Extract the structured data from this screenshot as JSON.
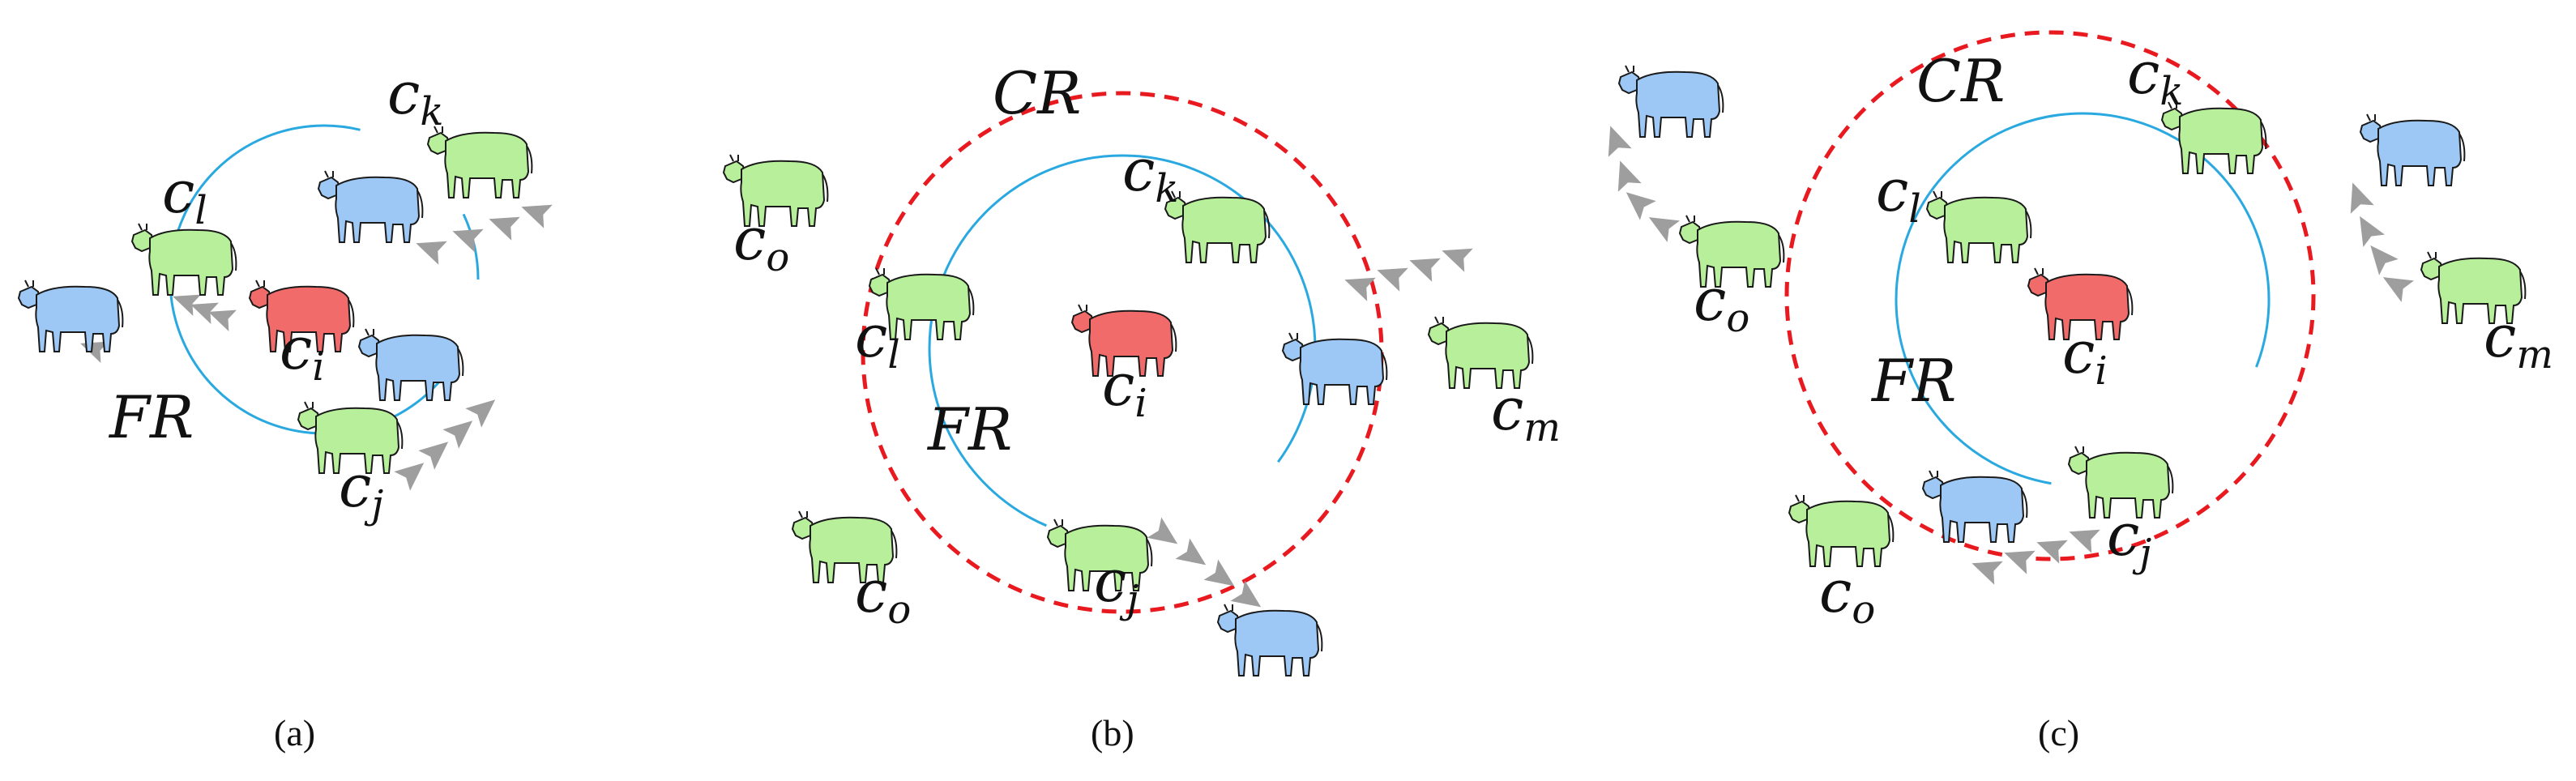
{
  "colors": {
    "focal_cow": "#f26b6b",
    "green_cow": "#b7ef9a",
    "blue_cow": "#9dc8f5",
    "fr_circle": "#29a9e0",
    "cr_circle": "#e8191f",
    "arrow": "#9e9e9e",
    "outline": "#1a1a1a"
  },
  "region_labels": {
    "fr": "FR",
    "cr": "CR"
  },
  "cow_label_base": "c",
  "panels": [
    {
      "caption": "(a)",
      "fr_label": "FR",
      "cow_labels": {
        "k": "k",
        "l": "l",
        "i": "i",
        "j": "j"
      }
    },
    {
      "caption": "(b)",
      "fr_label": "FR",
      "cr_label": "CR",
      "cow_labels": {
        "k": "k",
        "l": "l",
        "i": "i",
        "j": "j",
        "o1": "o",
        "o2": "o",
        "m": "m"
      }
    },
    {
      "caption": "(c)",
      "fr_label": "FR",
      "cr_label": "CR",
      "cow_labels": {
        "k": "k",
        "l": "l",
        "i": "i",
        "j": "j",
        "o1": "o",
        "o2": "o",
        "m": "m"
      }
    }
  ]
}
